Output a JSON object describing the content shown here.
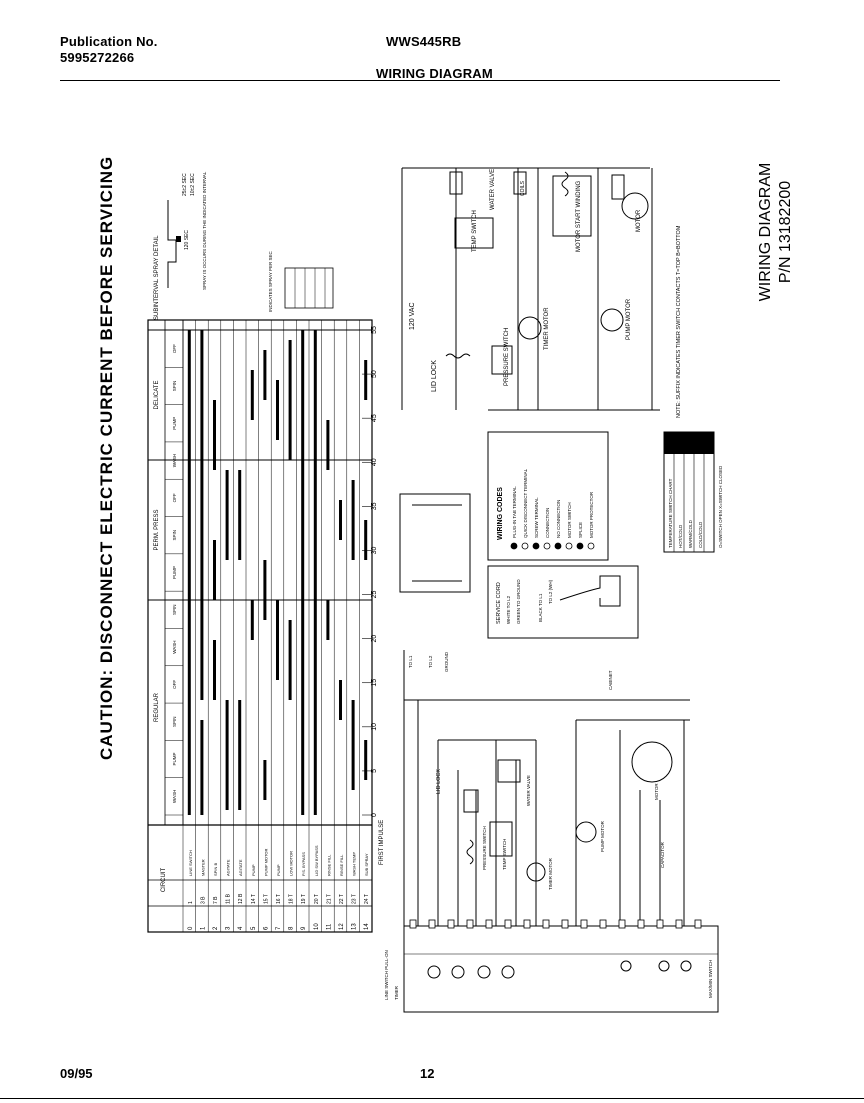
{
  "header": {
    "publication_label": "Publication No.",
    "publication_number": "5995272266",
    "model": "WWS445RB",
    "title": "WIRING DIAGRAM"
  },
  "caution": "CAUTION: DISCONNECT ELECTRIC CURRENT BEFORE SERVICING",
  "side_title": {
    "line1": "WIRING DIAGRAM",
    "line2": "P/N 13182200"
  },
  "timer_chart": {
    "title": "TIMER SEQUENCE",
    "circuit_header": "CIRCUIT",
    "circuits": [
      {
        "id": "0",
        "contacts": "1",
        "name": "LINE SWITCH"
      },
      {
        "id": "1",
        "contacts": "3 B",
        "name": "MASTER"
      },
      {
        "id": "2",
        "contacts": "7 B",
        "name": "SPIN B"
      },
      {
        "id": "3",
        "contacts": "11 B",
        "name": "AGITATE"
      },
      {
        "id": "4",
        "contacts": "12 B",
        "name": "AGITATE"
      },
      {
        "id": "5",
        "contacts": "14 T",
        "name": "PUMP"
      },
      {
        "id": "6",
        "contacts": "15 T",
        "name": "PUMP MOTOR"
      },
      {
        "id": "7",
        "contacts": "16 T",
        "name": "PUMP"
      },
      {
        "id": "8",
        "contacts": "18 T",
        "name": "LOW MOTOR"
      },
      {
        "id": "9",
        "contacts": "19 T",
        "name": "P.S. BYPASS"
      },
      {
        "id": "10",
        "contacts": "20 T",
        "name": "LID SW BYPASS"
      },
      {
        "id": "11",
        "contacts": "21 T",
        "name": "RINSE FILL"
      },
      {
        "id": "12",
        "contacts": "22 T",
        "name": "RINSE FILL"
      },
      {
        "id": "13",
        "contacts": "23 T",
        "name": "WASH TEMP"
      },
      {
        "id": "14",
        "contacts": "24 T",
        "name": "SUB SPRAY"
      }
    ],
    "scale": [
      "0",
      "5",
      "10",
      "15",
      "20",
      "25",
      "30",
      "35",
      "40",
      "45",
      "50",
      "55"
    ],
    "first_impulse": "FIRST IMPULSE",
    "groups": [
      "REGULAR",
      "PERM. PRESS",
      "DELICATE"
    ],
    "phases": [
      "WASH",
      "PUMP",
      "SPIN",
      "OFF",
      "WASH",
      "SPIN",
      "PUMP",
      "SPIN",
      "OFF",
      "WASH",
      "PUMP",
      "SPIN",
      "OFF"
    ]
  },
  "subinterval_detail": {
    "title": "SUBINTERVAL SPRAY DETAIL",
    "notes": [
      "120 SEC",
      "25±2 SEC",
      "10±2 SEC",
      "SPRAY IS OCCURS DURING THE INDICATED INTERVAL"
    ]
  },
  "spray_note": "INDICATES SPRAY PER SEC",
  "wiring_codes": {
    "title": "WIRING CODES",
    "items": [
      "PLUG-IN TAB TERMINAL",
      "QUICK DISCONNECT TERMINAL",
      "SCREW TERMINAL",
      "CONNECTION",
      "NO CONNECTION",
      "MOTOR SWITCH",
      "SPLICE",
      "MOTOR PROTECTOR"
    ]
  },
  "service_cord": {
    "title": "SERVICE CORD",
    "labels": [
      "WHITE TO L2",
      "BLACK TO L1",
      "TO L2 (WH)",
      "GREEN TO GROUND"
    ]
  },
  "top_schematic": {
    "supply": "120 VAC",
    "components": [
      "LID LOCK",
      "PRESSURE SWITCH",
      "TEMP SWITCH",
      "WATER VALVE",
      "TIMER MOTOR",
      "PUMP MOTOR",
      "MOTOR START WINDING",
      "MOTOR",
      "COILS"
    ],
    "note": "NOTE: SUFFIX INDICATES TIMER SWITCH CONTACTS T=TOP B=BOTTOM"
  },
  "switch_table": {
    "title": "TEMPERATURE SWITCH CHART",
    "rows": [
      "HOT/COLD",
      "WARM/COLD",
      "COLD/COLD"
    ],
    "note": "O=SWITCH OPEN X=SWITCH CLOSED"
  },
  "bottom_schematic": {
    "components": [
      "LID LOCK",
      "PRESSURE SWITCH",
      "TEMP SWITCH",
      "TIMER MOTOR",
      "PUMP MOTOR",
      "MOTOR",
      "WATER VALVE",
      "CAPACITOR"
    ],
    "labels": [
      "TO L1",
      "TO L2",
      "GROUND",
      "CABINET",
      "LINE SWITCH PULL-ON",
      "MAX/MIN SWITCH",
      "TIMER"
    ]
  },
  "footer": {
    "date": "09/95",
    "page": "12"
  }
}
